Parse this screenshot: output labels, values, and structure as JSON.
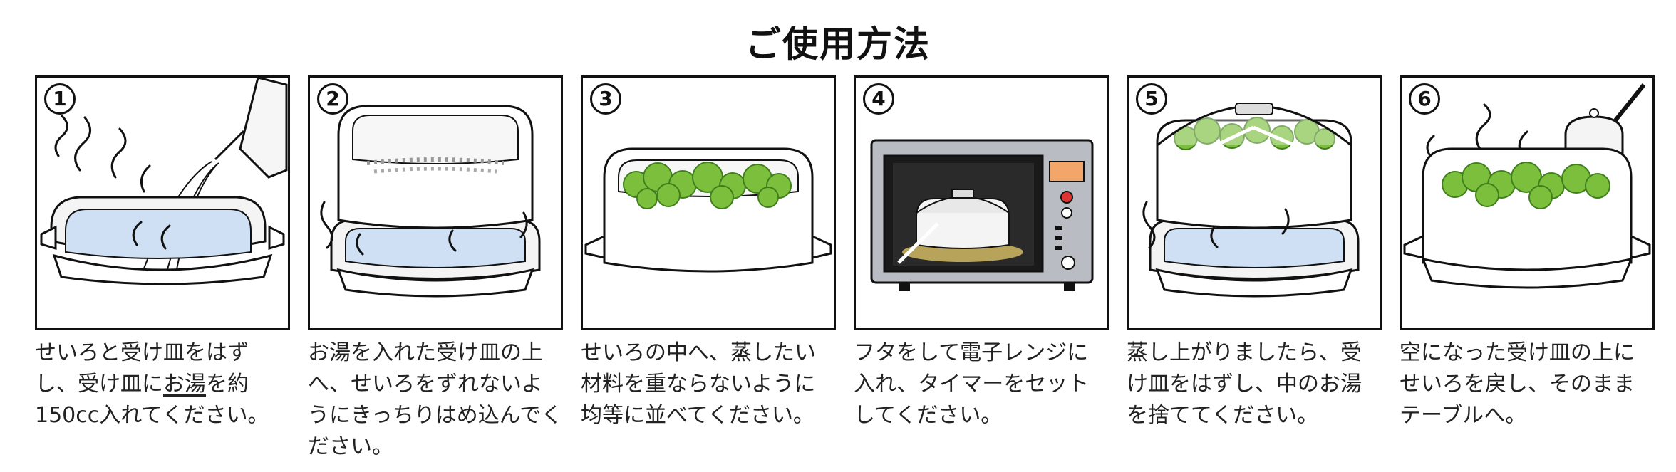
{
  "title": "ご使用方法",
  "steps": [
    {
      "number": "1",
      "caption_before": "せいろと受け皿をはずし、受け皿に",
      "caption_underlined": "お湯",
      "caption_after": "を約150cc入れてください。"
    },
    {
      "number": "2",
      "caption": "お湯を入れた受け皿の上へ、せいろをずれないようにきっちりはめ込んでください。"
    },
    {
      "number": "3",
      "caption": "せいろの中へ、蒸したい材料を重ならないように均等に並べてください。"
    },
    {
      "number": "4",
      "caption": "フタをして電子レンジに入れ、タイマーをセットしてください。"
    },
    {
      "number": "5",
      "caption": "蒸し上がりましたら、受け皿をはずし、中のお湯を捨ててください。"
    },
    {
      "number": "6",
      "caption": "空になった受け皿の上にせいろを戻し、そのままテーブルへ。"
    }
  ],
  "colors": {
    "water": "#cfe0f5",
    "broccoli": "#7cbf3c",
    "broccoli_dark": "#3f7f1c",
    "outline": "#111111",
    "display": "#f2a66a"
  }
}
